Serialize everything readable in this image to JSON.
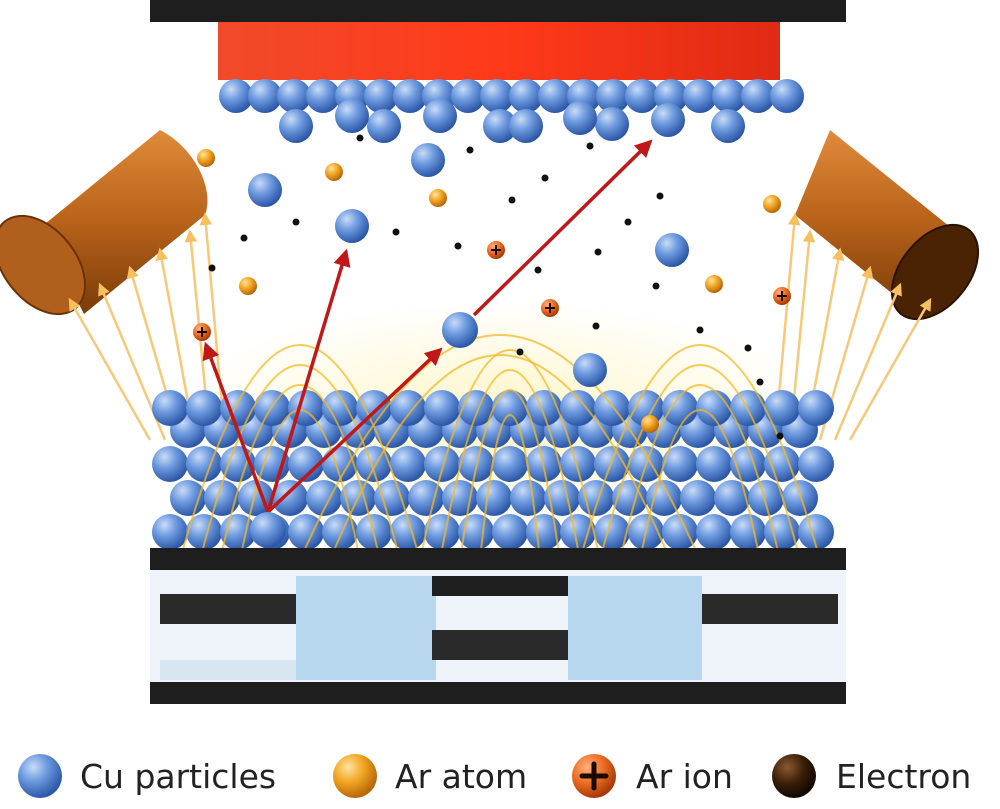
{
  "legend": {
    "items": [
      {
        "key": "cu",
        "label": "Cu particles",
        "icon": "blue-sphere-icon",
        "color": "#4f7fd0"
      },
      {
        "key": "ar_atom",
        "label": "Ar atom",
        "icon": "orange-sphere-icon",
        "color": "#f0a020"
      },
      {
        "key": "ar_ion",
        "label": "Ar ion",
        "icon": "plus-ion-icon",
        "color": "#e8641c"
      },
      {
        "key": "electron",
        "label": "Electron",
        "icon": "dark-sphere-icon",
        "color": "#2a1608"
      }
    ]
  },
  "colors": {
    "target": "#e8301c",
    "magnet_body": "#c06a1c",
    "field_lines": "#f5b820",
    "trajectory": "#c01818",
    "substrate_dark": "#222222",
    "substrate_light": "#b8d8f0"
  }
}
